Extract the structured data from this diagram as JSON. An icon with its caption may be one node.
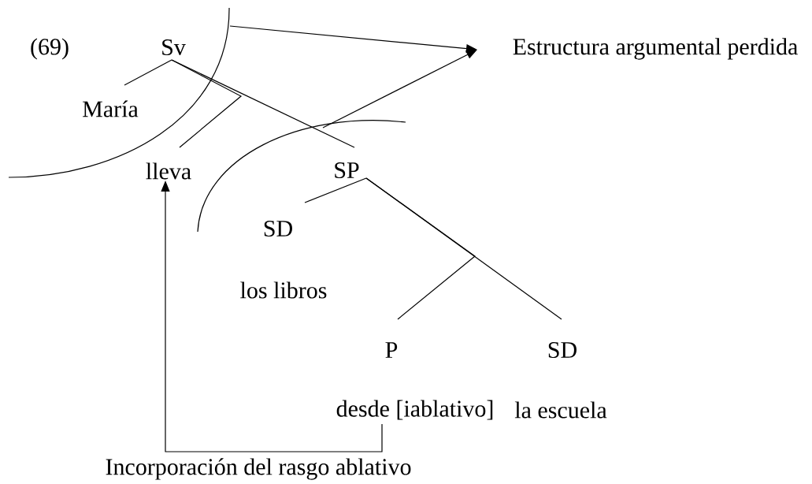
{
  "diagram": {
    "nodes": [
      {
        "text": [
          "Sv"
        ]
      },
      {
        "text": [
          "María"
        ]
      },
      {
        "text": [
          "lleva"
        ]
      },
      {
        "text": [
          "SP"
        ]
      },
      {
        "text": [
          "SD"
        ]
      },
      {
        "text": [
          "P"
        ]
      },
      {
        "text": [
          "SD"
        ]
      },
      {
        "text": [
          "desde [iablativo]"
        ]
      },
      {
        "text": [
          "Estructura argumental perdida"
        ]
      }
    ],
    "edges": [
      {
        "from": 0,
        "to": 1,
        "arrow": "none"
      },
      {
        "from": 0,
        "to": 3,
        "arrow": "none"
      },
      {
        "from": 0,
        "to": 2,
        "arrow": "none"
      },
      {
        "from": 3,
        "to": 4,
        "arrow": "none"
      },
      {
        "from": 3,
        "to": 6,
        "arrow": "none"
      },
      {
        "from": 3,
        "to": 5,
        "arrow": "none"
      },
      {
        "from": null,
        "to": 8,
        "arrow": "to"
      },
      {
        "from": null,
        "to": 8,
        "arrow": "to"
      },
      {
        "from": 7,
        "to": 2,
        "arrow": "to",
        "label": "Incorporación del rasgo ablativo"
      }
    ],
    "labels": [
      "(69)",
      "los libros",
      "la escuela"
    ]
  }
}
